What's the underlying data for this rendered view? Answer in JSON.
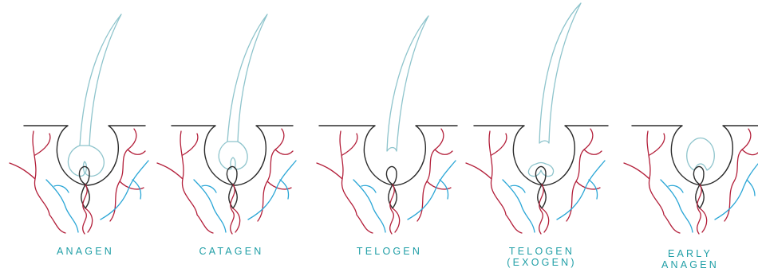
{
  "colors": {
    "skin": "#2b2b2b",
    "hair": "#8ec4cc",
    "artery": "#b31f3a",
    "vein": "#2aa6d6",
    "label": "#1f9ea6"
  },
  "stages": [
    {
      "id": "anagen",
      "label_lines": [
        "ANAGEN"
      ]
    },
    {
      "id": "catagen",
      "label_lines": [
        "CATAGEN"
      ]
    },
    {
      "id": "telogen",
      "label_lines": [
        "TELOGEN"
      ]
    },
    {
      "id": "telogen-exogen",
      "label_lines": [
        "TELOGEN",
        "(EXOGEN)"
      ]
    },
    {
      "id": "early-anagen",
      "label_lines": [
        "EARLY",
        "ANAGEN"
      ]
    }
  ]
}
